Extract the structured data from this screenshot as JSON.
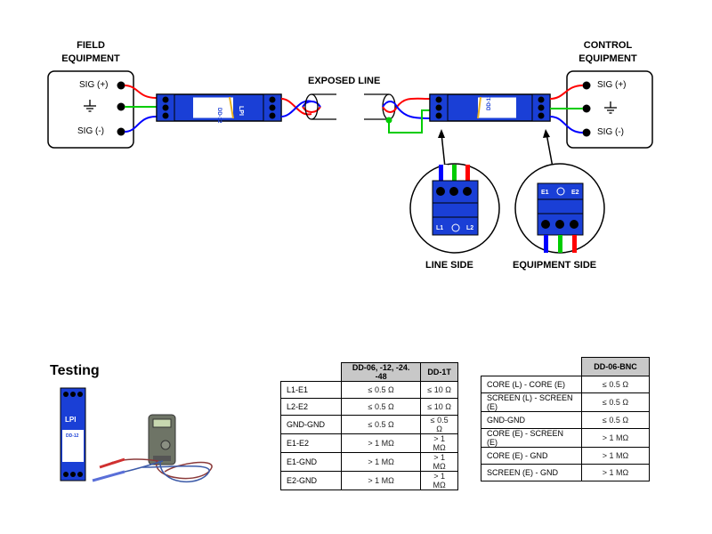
{
  "diagram": {
    "field_equipment": {
      "title_line1": "FIELD",
      "title_line2": "EQUIPMENT",
      "sig_plus": "SIG (+)",
      "sig_minus": "SIG (-)",
      "ground_symbol": "ground-icon"
    },
    "control_equipment": {
      "title_line1": "CONTROL",
      "title_line2": "EQUIPMENT",
      "sig_plus": "SIG (+)",
      "sig_minus": "SIG (-)",
      "ground_symbol": "ground-icon"
    },
    "exposed_line_label": "EXPOSED LINE",
    "device_model": "DD-12",
    "device_brand": "LPI",
    "line_side": {
      "label": "LINE SIDE",
      "terminals": [
        "L1",
        "L2"
      ]
    },
    "equipment_side": {
      "label": "EQUIPMENT SIDE",
      "terminals": [
        "E1",
        "E2"
      ]
    },
    "wire_colors": {
      "red": "#ff0000",
      "green": "#00cc00",
      "blue": "#0000ff",
      "device_blue": "#1a3fd6"
    }
  },
  "testing": {
    "title": "Testing",
    "table1": {
      "headers": [
        "",
        "DD-06, -12, -24. -48",
        "DD-1T"
      ],
      "rows": [
        [
          "L1-E1",
          "≤ 0.5 Ω",
          "≤ 10 Ω"
        ],
        [
          "L2-E2",
          "≤ 0.5 Ω",
          "≤ 10 Ω"
        ],
        [
          "GND-GND",
          "≤ 0.5 Ω",
          "≤ 0.5 Ω"
        ],
        [
          "E1-E2",
          "> 1 MΩ",
          "> 1 MΩ"
        ],
        [
          "E1-GND",
          "> 1 MΩ",
          "> 1 MΩ"
        ],
        [
          "E2-GND",
          "> 1 MΩ",
          "> 1 MΩ"
        ]
      ]
    },
    "table2": {
      "headers": [
        "",
        "DD-06-BNC"
      ],
      "rows": [
        [
          "CORE (L) - CORE (E)",
          "≤ 0.5 Ω"
        ],
        [
          "SCREEN (L) - SCREEN (E)",
          "≤ 0.5 Ω"
        ],
        [
          "GND-GND",
          "≤ 0.5 Ω"
        ],
        [
          "CORE (E) - SCREEN (E)",
          "> 1 MΩ"
        ],
        [
          "CORE (E) - GND",
          "> 1 MΩ"
        ],
        [
          "SCREEN (E) - GND",
          "> 1 MΩ"
        ]
      ]
    }
  }
}
